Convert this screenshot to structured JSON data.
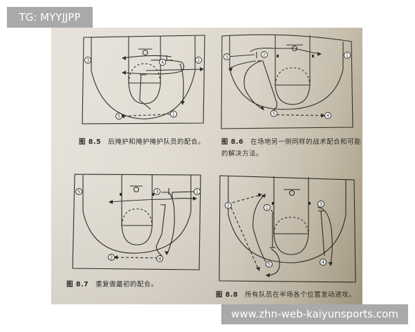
{
  "watermarks": {
    "top": "TG: MYYJJPP",
    "bottom": "www.zhn-web-kaiyunsports.com"
  },
  "figures": [
    {
      "id": "8.5",
      "label": "图 8.5",
      "caption": "后掩护和掩护掩护队员的配合。",
      "caption_line2": "",
      "players": [
        "1",
        "2",
        "3",
        "4",
        "5"
      ]
    },
    {
      "id": "8.6",
      "label": "图 8.6",
      "caption": "在场地另一侧同样的战术配合和可能",
      "caption_line2": "的解决方法。",
      "players": [
        "1",
        "2",
        "3",
        "4",
        "5"
      ]
    },
    {
      "id": "8.7",
      "label": "图 8.7",
      "caption": "重复做最初的配合。",
      "caption_line2": "",
      "players": [
        "1",
        "2",
        "3",
        "4",
        "5"
      ]
    },
    {
      "id": "8.8",
      "label": "图 8.8",
      "caption": "所有队员在半场各个位置发动进攻。",
      "caption_line2": "",
      "players": [
        "1",
        "2",
        "3",
        "4",
        "5"
      ]
    }
  ],
  "colors": {
    "ink": "#2b2925",
    "paper_light": "#e6e2da",
    "paper_shadow": "#a89d86",
    "watermark_bg": "#a9a9a9",
    "watermark_text": "#ffffff"
  }
}
